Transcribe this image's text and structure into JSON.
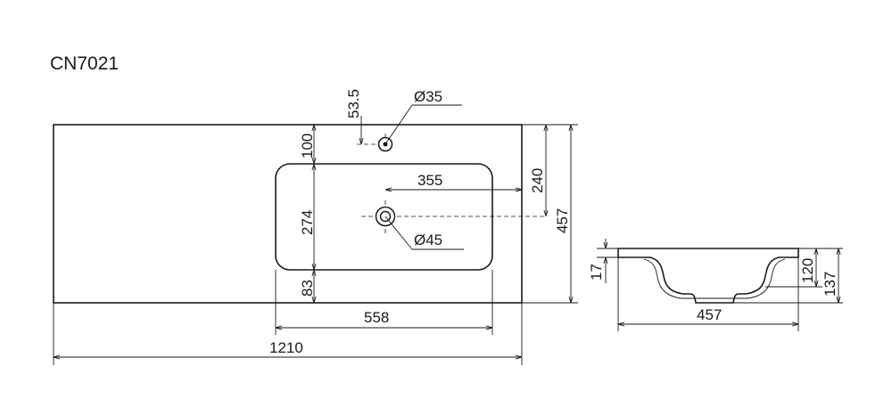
{
  "title": "CN7021",
  "dimensions": {
    "tap_offset": "53.5",
    "tap_hole": "Ø35",
    "bowl_to_back": "100",
    "bowl_depth": "274",
    "bowl_to_front": "83",
    "drain_to_right": "355",
    "drain_to_back": "240",
    "total_depth_top": "457",
    "drain_hole": "Ø45",
    "bowl_width": "558",
    "total_width": "1210",
    "rim_thickness": "17",
    "bowl_height": "120",
    "total_height": "137",
    "section_width": "457"
  },
  "colors": {
    "line": "#1a1a1a",
    "background": "#ffffff"
  }
}
